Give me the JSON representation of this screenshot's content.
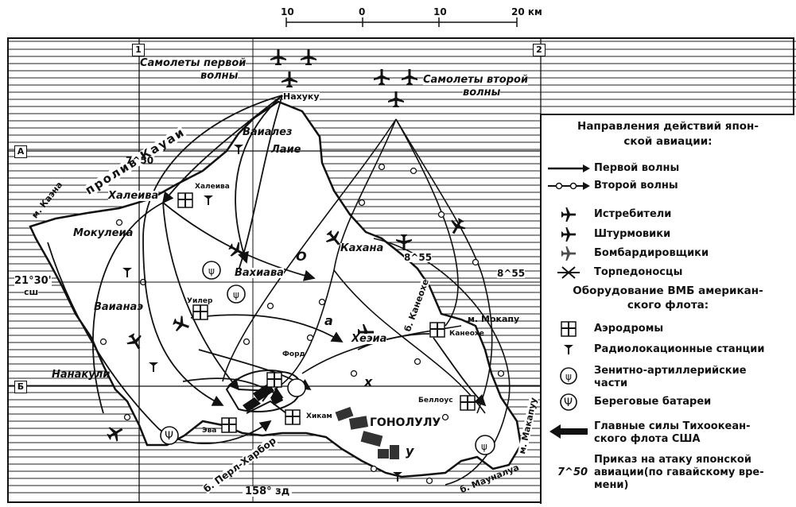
{
  "scale": {
    "labels": [
      "10",
      "0",
      "10",
      "20 км"
    ]
  },
  "grid": {
    "cols": [
      "1",
      "2"
    ],
    "rows": [
      "А",
      "Б"
    ]
  },
  "coords": {
    "lat": "21°30'",
    "lat_sub": "сш",
    "lon": "158° зд"
  },
  "waves": {
    "first": [
      "Самолеты первой",
      "волны"
    ],
    "second": [
      "Самолеты второй",
      "волны"
    ]
  },
  "places": {
    "nahuku": "Нахуку",
    "vaialez": "Ваиалез",
    "laie": "Лаие",
    "haleiva": "Халеива",
    "haleiva_af": "Халеива",
    "mokuleia": "Мокулеиа",
    "vahiava": "Вахиава",
    "uiler": "Уилер",
    "vaianae": "Ваианаэ",
    "nanakuli": "Нанакули",
    "kahana": "Кахана",
    "heeia": "Хеэиа",
    "kaneohe": "Канеохе",
    "mokapu": "м. Мокапу",
    "bellous": "Беллоус",
    "ford": "Форд",
    "eva": "Эва",
    "hikam": "Хикам",
    "honolulu": "ГОНОЛУЛУ",
    "kaena": "м. Каэна",
    "makapuu": "м. Макапуу",
    "kauai": "пролив Кауаи",
    "pearl": "б. Перл-Харбор",
    "bay_kaneohe": "б. Канеохе",
    "bay_maunalua": "б. Мауналуа",
    "letter_o": "О",
    "letter_a": "а",
    "letter_x": "х",
    "letter_u": "у"
  },
  "times": {
    "t750": "7^50",
    "t855a": "8^55",
    "t855b": "8^55"
  },
  "legend": {
    "title1": "Направления действий япон-",
    "title2": "ской авиации:",
    "first_wave": "Первой волны",
    "second_wave": "Второй волны",
    "fighters": "Истребители",
    "attack": "Штурмовики",
    "bombers": "Бомбардировщики",
    "torpedo": "Торпедоносцы",
    "title3": "Оборудование ВМБ американ-",
    "title4": "ского флота:",
    "airfields": "Аэродромы",
    "radar": "Радиолокационные станции",
    "aa1": "Зенитно-артиллерийские",
    "aa2": "части",
    "coastal": "Береговые батареи",
    "fleet1": "Главные силы Тихоокеан-",
    "fleet2": "ского флота США",
    "order1": "Приказ на атаку японской",
    "order2": "авиации(по гавайскому вре-",
    "order3": "мени)",
    "order_sym": "7^50"
  }
}
